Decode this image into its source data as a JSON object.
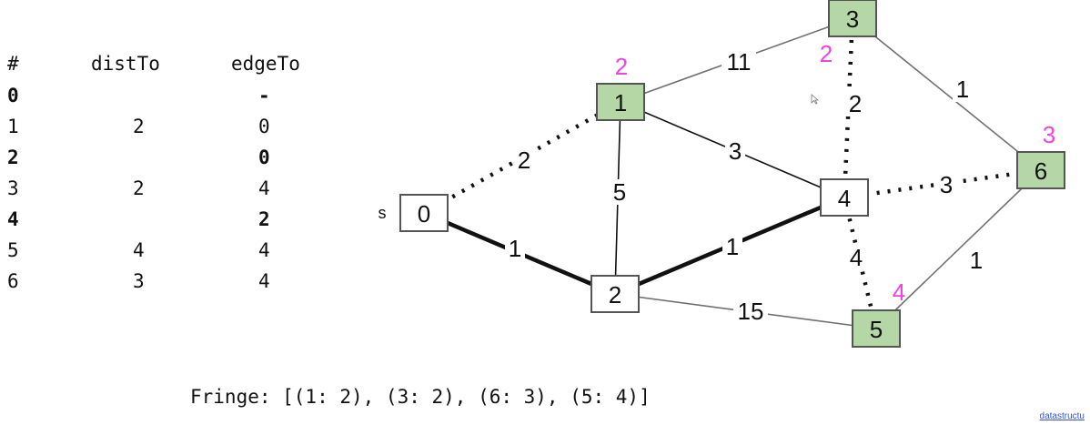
{
  "table": {
    "headers": [
      "#",
      "distTo",
      "edgeTo"
    ],
    "rows": [
      {
        "v": "0",
        "dist": "",
        "edge": "-",
        "bold": true
      },
      {
        "v": "1",
        "dist": "2",
        "edge": "0",
        "bold": false
      },
      {
        "v": "2",
        "dist": "",
        "edge": "0",
        "bold": true
      },
      {
        "v": "3",
        "dist": "2",
        "edge": "4",
        "bold": false
      },
      {
        "v": "4",
        "dist": "",
        "edge": "2",
        "bold": true
      },
      {
        "v": "5",
        "dist": "4",
        "edge": "4",
        "bold": false
      },
      {
        "v": "6",
        "dist": "3",
        "edge": "4",
        "bold": false
      }
    ]
  },
  "graph": {
    "source_label": "s",
    "colors": {
      "fringe_fill": "#b5d6a5",
      "visited_fill": "#ffffff",
      "priority": "#ee44dd",
      "gray_edge": "#707070"
    },
    "nodes": [
      {
        "id": "0",
        "state": "visited",
        "priority": ""
      },
      {
        "id": "1",
        "state": "fringe",
        "priority": "2"
      },
      {
        "id": "2",
        "state": "visited",
        "priority": ""
      },
      {
        "id": "3",
        "state": "fringe",
        "priority": "2"
      },
      {
        "id": "4",
        "state": "visited",
        "priority": ""
      },
      {
        "id": "5",
        "state": "fringe",
        "priority": "4"
      },
      {
        "id": "6",
        "state": "fringe",
        "priority": "3"
      }
    ],
    "edges": [
      {
        "from": "0",
        "to": "1",
        "weight": "2",
        "style": "dotted"
      },
      {
        "from": "0",
        "to": "2",
        "weight": "1",
        "style": "thick"
      },
      {
        "from": "1",
        "to": "2",
        "weight": "5",
        "style": "thin"
      },
      {
        "from": "1",
        "to": "3",
        "weight": "11",
        "style": "gray"
      },
      {
        "from": "1",
        "to": "4",
        "weight": "3",
        "style": "thin"
      },
      {
        "from": "2",
        "to": "4",
        "weight": "1",
        "style": "thick"
      },
      {
        "from": "2",
        "to": "5",
        "weight": "15",
        "style": "gray"
      },
      {
        "from": "3",
        "to": "4",
        "weight": "2",
        "style": "dotted"
      },
      {
        "from": "3",
        "to": "6",
        "weight": "1",
        "style": "gray"
      },
      {
        "from": "4",
        "to": "6",
        "weight": "3",
        "style": "dotted"
      },
      {
        "from": "4",
        "to": "5",
        "weight": "4",
        "style": "dotted"
      },
      {
        "from": "5",
        "to": "6",
        "weight": "1",
        "style": "gray"
      }
    ]
  },
  "fringe_text": "Fringe: [(1: 2), (3: 2), (6: 3), (5: 4)]",
  "link_text": "datastructu"
}
